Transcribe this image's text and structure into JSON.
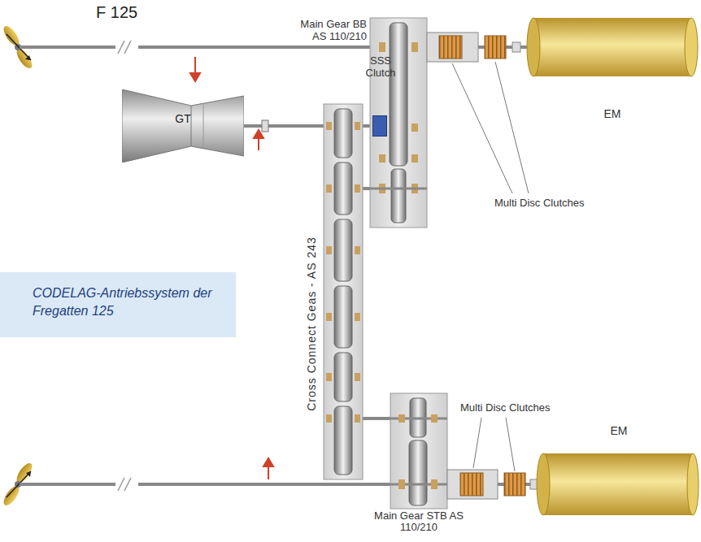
{
  "diagram": {
    "title": "F 125",
    "caption": "CODELAG-Antriebssystem der Fregatten 125",
    "nodes": [
      {
        "text": [
          "Main Gear BB AS 110/210"
        ]
      },
      {
        "text": [
          "GT"
        ]
      },
      {
        "text": [
          "SSS Clutch"
        ]
      },
      {
        "text": [
          "Cross Connect Geas - AS 243"
        ]
      },
      {
        "text": [
          "EM"
        ]
      },
      {
        "text": [
          "Main Gear STB AS 110/210"
        ]
      },
      {
        "text": [
          "EM"
        ]
      }
    ],
    "edges": [
      {
        "from": 1,
        "to": 3,
        "arrow": "none"
      },
      {
        "from": 3,
        "to": 2,
        "arrow": "none"
      },
      {
        "from": 3,
        "to": 0,
        "arrow": "none"
      },
      {
        "from": 3,
        "to": 5,
        "arrow": "none"
      },
      {
        "from": 0,
        "to": 4,
        "arrow": "none"
      },
      {
        "from": 5,
        "to": 6,
        "arrow": "none"
      }
    ],
    "labels": [
      "Multi Disc Clutches",
      "Multi Disc Clutches"
    ]
  }
}
